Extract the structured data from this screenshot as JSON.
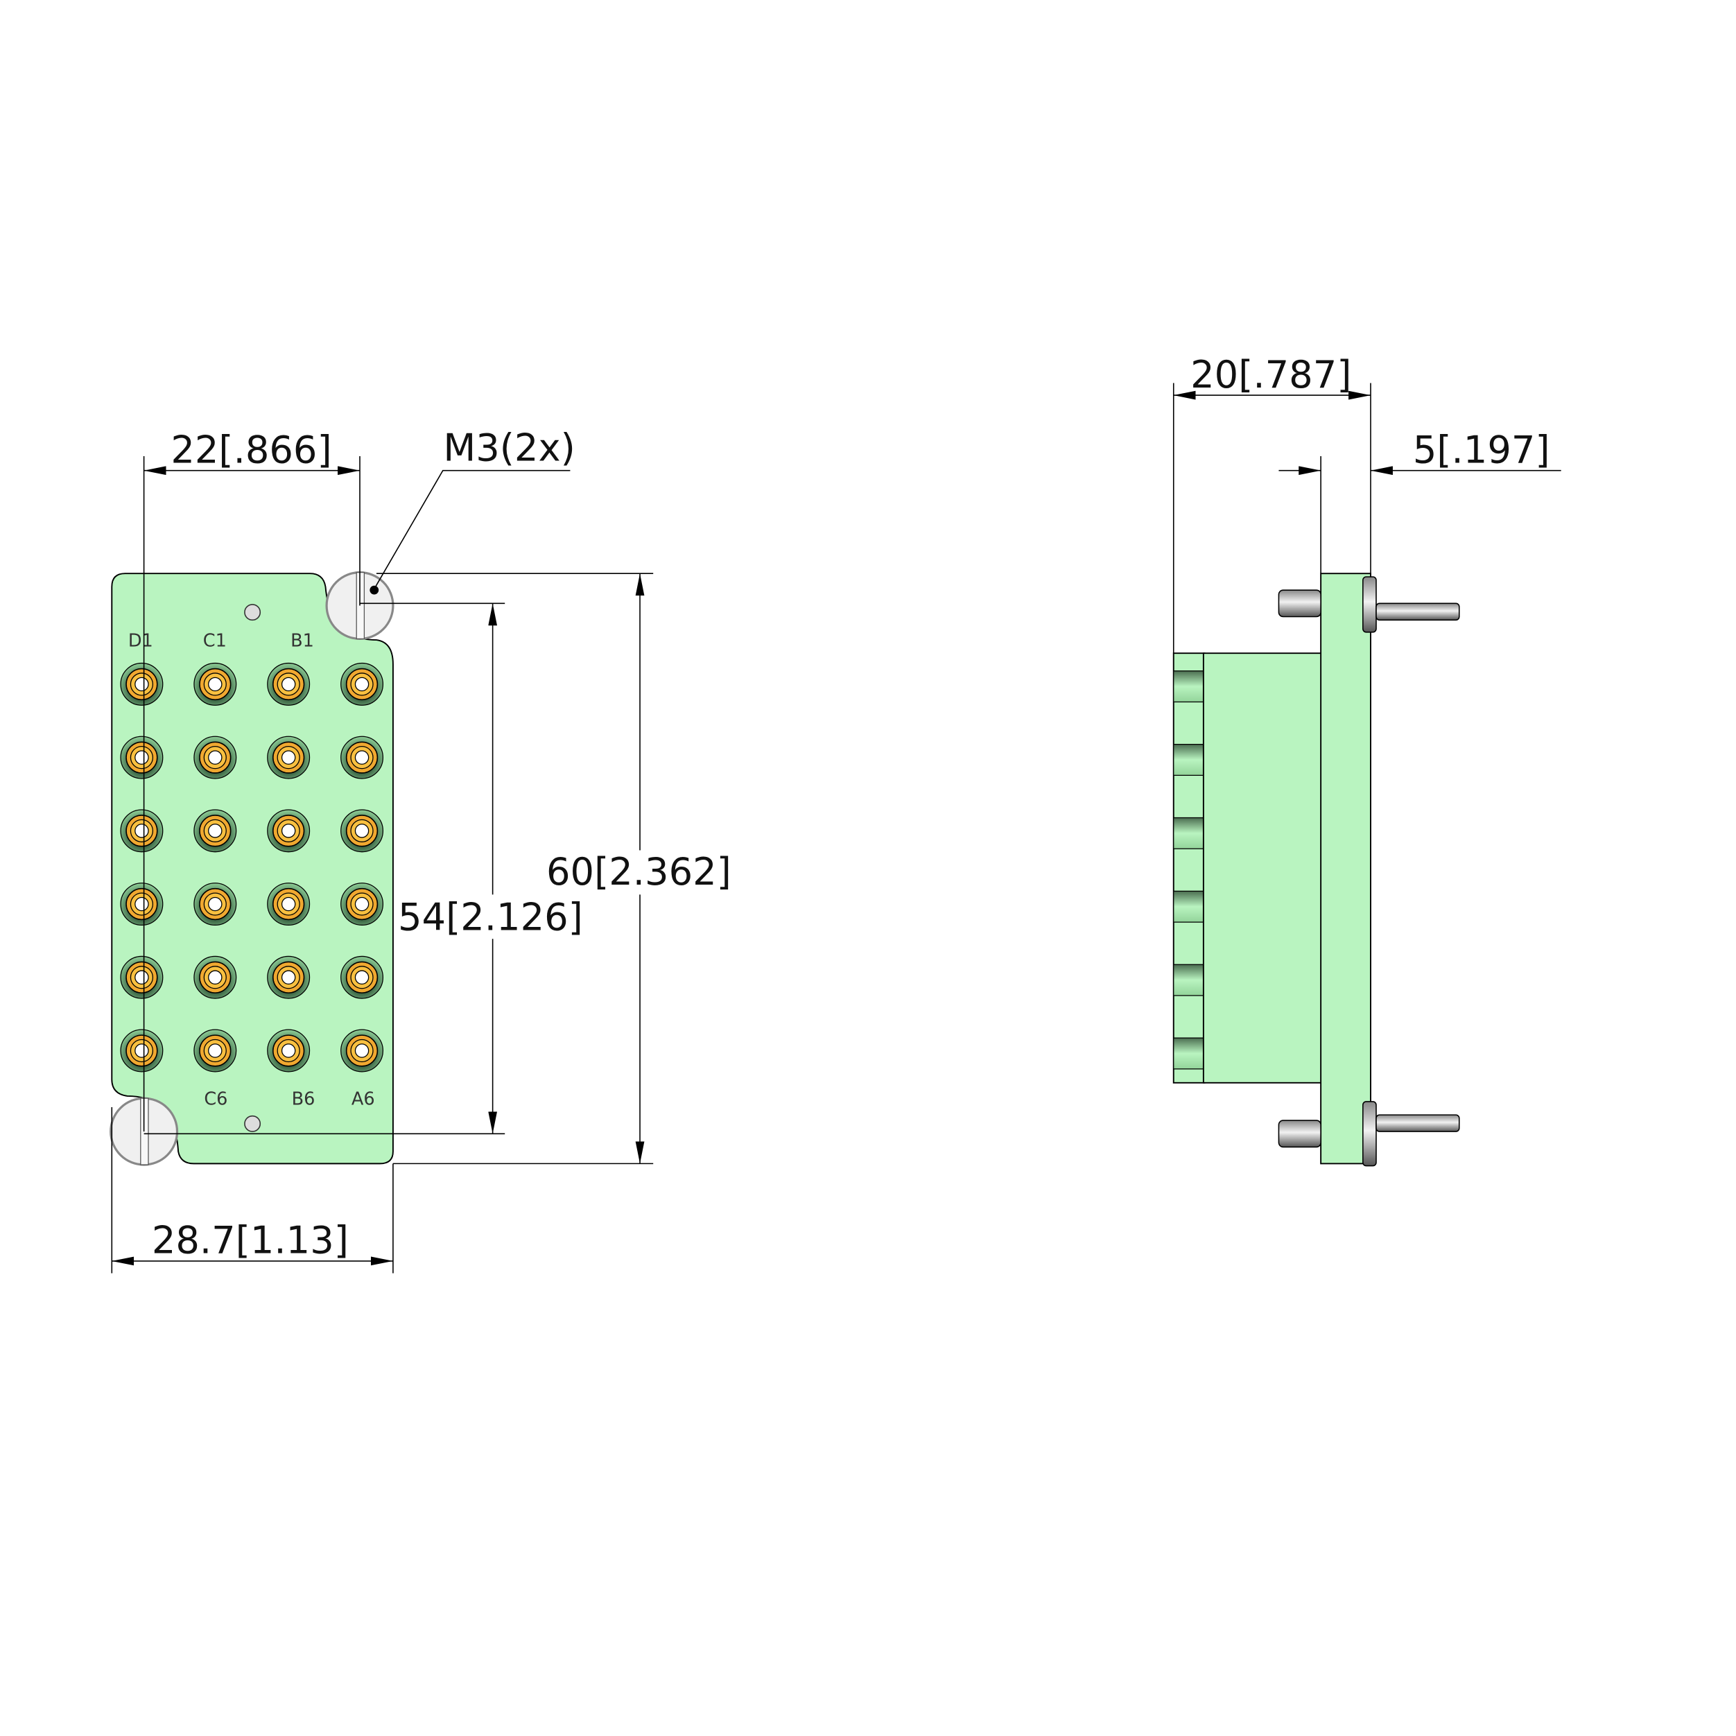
{
  "front_view": {
    "pin_labels_top": [
      "D1",
      "C1",
      "B1"
    ],
    "pin_labels_bottom": [
      "C6",
      "B6",
      "A6"
    ],
    "pin_grid": {
      "columns": 4,
      "rows": 6
    },
    "dimensions": {
      "pin_spacing": "22[.866]",
      "thread_note": "M3(2x)",
      "screw_spacing": "54[2.126]",
      "height": "60[2.362]",
      "width": "28.7[1.13]"
    }
  },
  "side_view": {
    "dimensions": {
      "depth": "20[.787]",
      "flange": "5[.197]"
    }
  },
  "colors": {
    "body": "#b9f4c0",
    "contact": "#f0a830",
    "screw": "#f0f0f0"
  }
}
